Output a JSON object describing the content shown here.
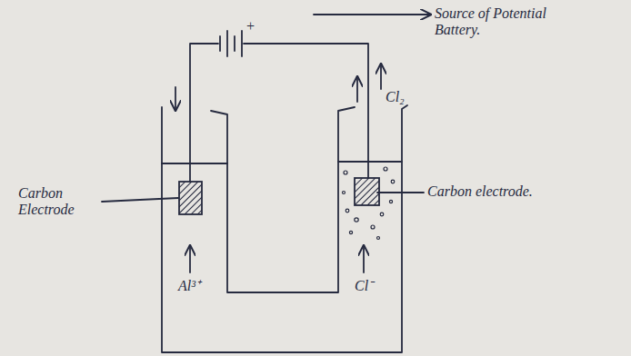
{
  "diagram": {
    "labels": [
      "+",
      "Source of Potential Battery.",
      "Carbon Electrode",
      "Carbon electrode.",
      "Cl₂",
      "Al³⁺",
      "Cl⁻"
    ]
  }
}
